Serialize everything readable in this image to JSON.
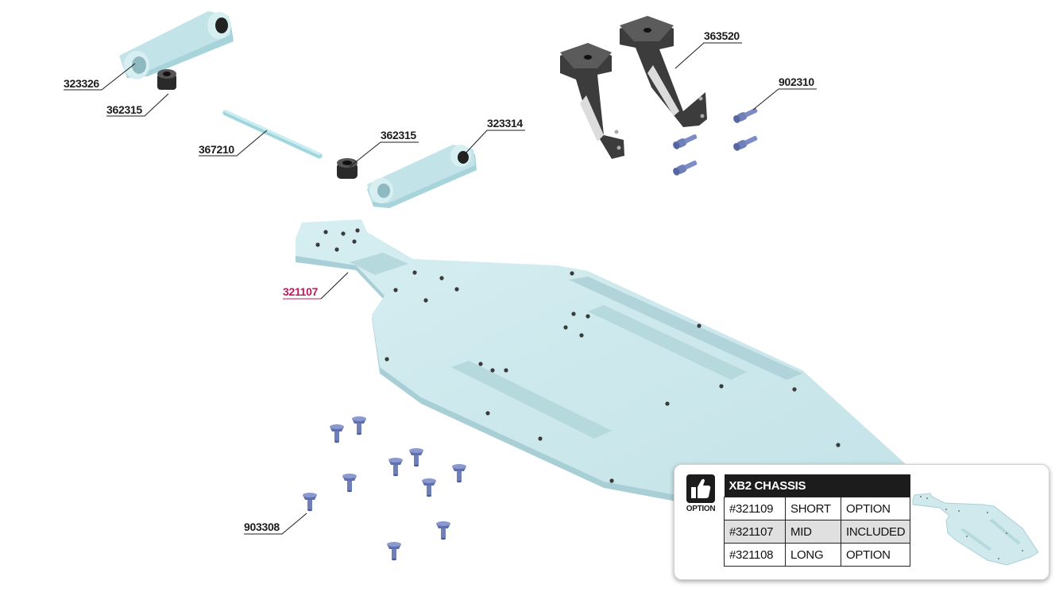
{
  "callouts": [
    {
      "id": "323326",
      "text": "323326",
      "highlight": false
    },
    {
      "id": "362315a",
      "text": "362315",
      "highlight": false
    },
    {
      "id": "367210",
      "text": "367210",
      "highlight": false
    },
    {
      "id": "362315b",
      "text": "362315",
      "highlight": false
    },
    {
      "id": "323314",
      "text": "323314",
      "highlight": false
    },
    {
      "id": "363520",
      "text": "363520",
      "highlight": false
    },
    {
      "id": "902310",
      "text": "902310",
      "highlight": false
    },
    {
      "id": "321107",
      "text": "321107",
      "highlight": true
    },
    {
      "id": "903308",
      "text": "903308",
      "highlight": false
    }
  ],
  "colors": {
    "chassis": "#c9e8ec",
    "chassis_edge": "#a9cfd6",
    "aluminum": "#c2e4e8",
    "bracket_dark": "#4a4a4a",
    "screw": "#6f7fb8",
    "highlight_text": "#c2185b"
  },
  "option_box": {
    "icon": "thumbs-up-icon",
    "icon_label": "OPTION",
    "title": "XB2 CHASSIS",
    "rows": [
      {
        "part": "#321109",
        "size": "SHORT",
        "status": "OPTION",
        "included": false
      },
      {
        "part": "#321107",
        "size": "MID",
        "status": "INCLUDED",
        "included": true
      },
      {
        "part": "#321108",
        "size": "LONG",
        "status": "OPTION",
        "included": false
      }
    ]
  }
}
